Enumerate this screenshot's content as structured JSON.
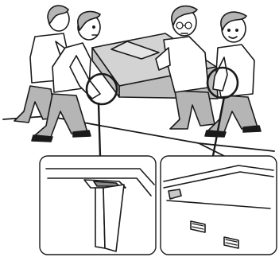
{
  "illustration": {
    "scene": "four-people-lifting-crate",
    "detail_panels": [
      "left-handhold-detail",
      "right-handhold-detail"
    ]
  }
}
